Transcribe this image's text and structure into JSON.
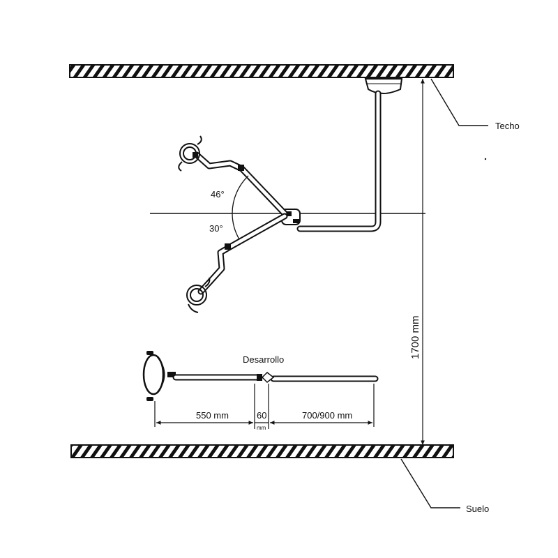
{
  "labels": {
    "ceiling": "Techo",
    "floor": "Suelo",
    "height": "1700 mm",
    "angle_upper": "46°",
    "angle_lower": "30°",
    "development": "Desarrollo",
    "dim_arm": "550 mm",
    "dim_joint": "60",
    "dim_joint_unit": "mm",
    "dim_extension": "700/900 mm"
  },
  "colors": {
    "ink": "#111111",
    "background": "#ffffff"
  }
}
